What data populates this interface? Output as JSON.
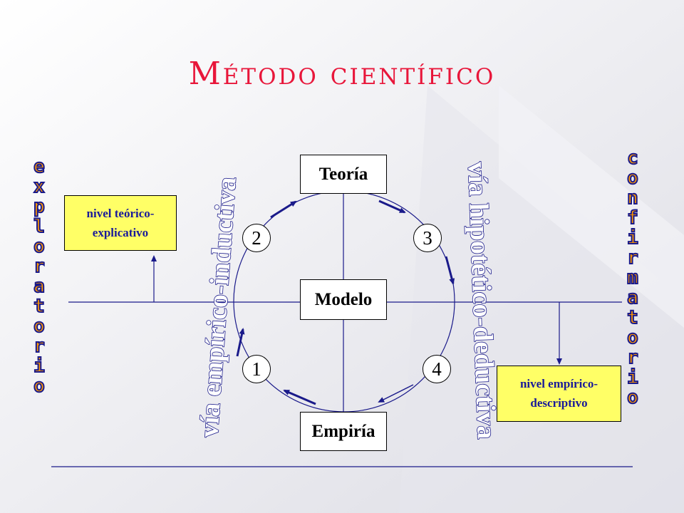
{
  "title": "Método científico",
  "boxes": {
    "teoria": "Teoría",
    "modelo": "Modelo",
    "empiria": "Empiría"
  },
  "levels": {
    "teorico_line1": "nivel teórico-",
    "teorico_line2": "explicativo",
    "empirico_line1": "nivel empírico-",
    "empirico_line2": "descriptivo"
  },
  "steps": [
    "1",
    "2",
    "3",
    "4"
  ],
  "paths": {
    "left": "vía empírico-inductiva",
    "right": "vía hipotético-deductiva"
  },
  "side_words": {
    "left": "exploratorio",
    "right": "confirmatorio"
  },
  "colors": {
    "title": "#e8163a",
    "navy": "#1a1a8a",
    "level_box": "#ffff66",
    "side_word_fill": "#ff9900"
  }
}
